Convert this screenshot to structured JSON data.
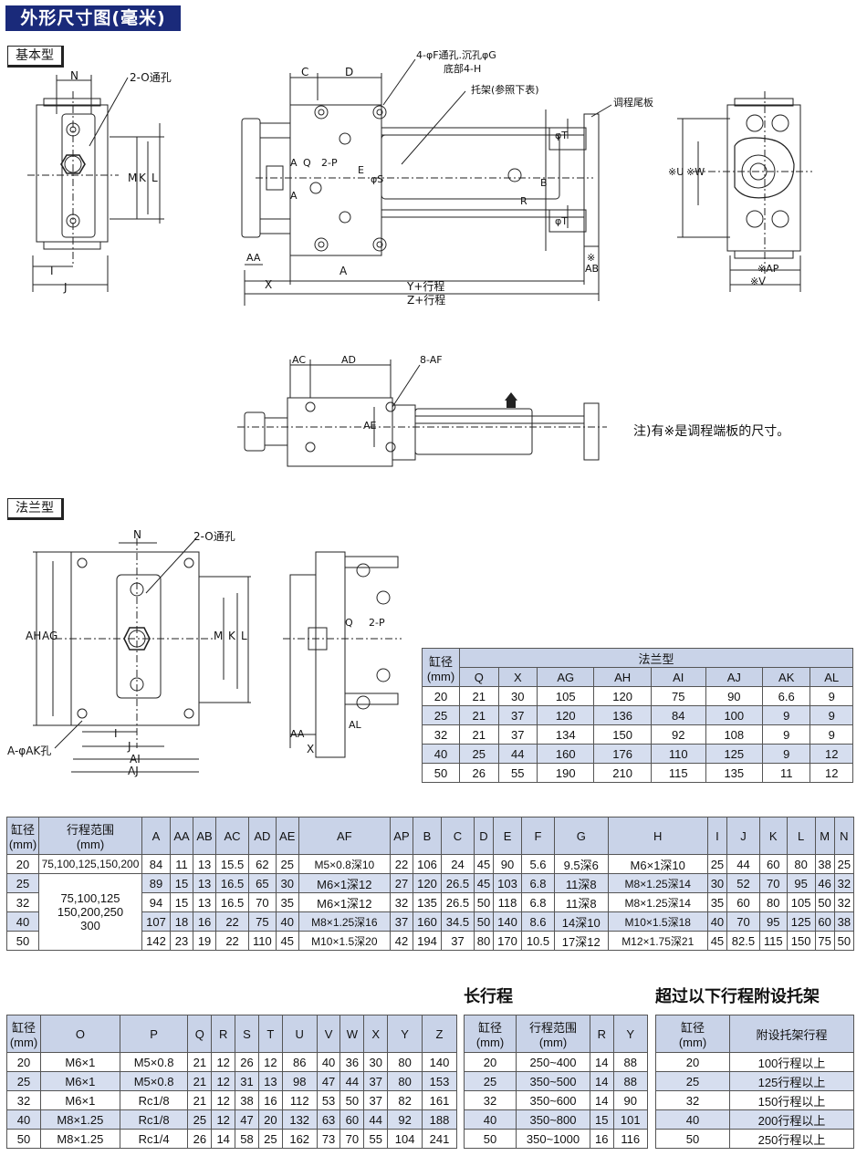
{
  "title": "外形尺寸图(毫米)",
  "sections": {
    "basic": "基本型",
    "flange": "法兰型"
  },
  "note": "注)有※是调程端板的尺寸。",
  "drawing_labels": {
    "n": "N",
    "o_hole": "2-O通孔",
    "m": "M",
    "k": "K",
    "l": "L",
    "i": "I",
    "j": "J",
    "c": "C",
    "d": "D",
    "f_hole": "4-φF通孔.沉孔φG",
    "h_bottom": "底部4-H",
    "bracket": "托架(参照下表)",
    "tail_plate": "调程尾板",
    "a": "A",
    "q": "Q",
    "p": "2-P",
    "e": "E",
    "s": "φS",
    "b": "B",
    "r": "R",
    "t": "φT",
    "aa": "AA",
    "x": "X",
    "y": "Y+行程",
    "z": "Z+行程",
    "ab": "AB",
    "ab_mark": "※",
    "u": "※U",
    "w": "※W",
    "ap": "※AP",
    "v": "※V",
    "ac": "AC",
    "ad": "AD",
    "af": "8-AF",
    "ae": "AE",
    "ah": "AH",
    "ag": "AG",
    "ak": "A-φAK孔",
    "ai": "AI",
    "aj": "AJ",
    "al": "AL"
  },
  "flange_table": {
    "bore_header": "缸径",
    "bore_unit": "(mm)",
    "group_header": "法兰型",
    "columns": [
      "Q",
      "X",
      "AG",
      "AH",
      "AI",
      "AJ",
      "AK",
      "AL"
    ],
    "rows": [
      [
        "20",
        "21",
        "30",
        "105",
        "120",
        "75",
        "90",
        "6.6",
        "9"
      ],
      [
        "25",
        "21",
        "37",
        "120",
        "136",
        "84",
        "100",
        "9",
        "9"
      ],
      [
        "32",
        "21",
        "37",
        "134",
        "150",
        "92",
        "108",
        "9",
        "9"
      ],
      [
        "40",
        "25",
        "44",
        "160",
        "176",
        "110",
        "125",
        "9",
        "12"
      ],
      [
        "50",
        "26",
        "55",
        "190",
        "210",
        "115",
        "135",
        "11",
        "12"
      ]
    ]
  },
  "main_table": {
    "bore_header": "缸径",
    "bore_unit": "(mm)",
    "stroke_header": "行程范围",
    "stroke_unit": "(mm)",
    "columns": [
      "A",
      "AA",
      "AB",
      "AC",
      "AD",
      "AE",
      "AF",
      "AP",
      "B",
      "C",
      "D",
      "E",
      "F",
      "G",
      "H",
      "I",
      "J",
      "K",
      "L",
      "M",
      "N"
    ],
    "stroke_20": "75,100,125,150,200",
    "stroke_other": [
      "75,100,125",
      "150,200,250",
      "300"
    ],
    "rows": [
      [
        "20",
        "84",
        "11",
        "13",
        "15.5",
        "62",
        "25",
        "M5×0.8深10",
        "22",
        "106",
        "24",
        "45",
        "90",
        "5.6",
        "9.5深6",
        "M6×1深10",
        "25",
        "44",
        "60",
        "80",
        "38",
        "25"
      ],
      [
        "25",
        "89",
        "15",
        "13",
        "16.5",
        "65",
        "30",
        "M6×1深12",
        "27",
        "120",
        "26.5",
        "45",
        "103",
        "6.8",
        "11深8",
        "M8×1.25深14",
        "30",
        "52",
        "70",
        "95",
        "46",
        "32"
      ],
      [
        "32",
        "94",
        "15",
        "13",
        "16.5",
        "70",
        "35",
        "M6×1深12",
        "32",
        "135",
        "26.5",
        "50",
        "118",
        "6.8",
        "11深8",
        "M8×1.25深14",
        "35",
        "60",
        "80",
        "105",
        "50",
        "32"
      ],
      [
        "40",
        "107",
        "18",
        "16",
        "22",
        "75",
        "40",
        "M8×1.25深16",
        "37",
        "160",
        "34.5",
        "50",
        "140",
        "8.6",
        "14深10",
        "M10×1.5深18",
        "40",
        "70",
        "95",
        "125",
        "60",
        "38"
      ],
      [
        "50",
        "142",
        "23",
        "19",
        "22",
        "110",
        "45",
        "M10×1.5深20",
        "42",
        "194",
        "37",
        "80",
        "170",
        "10.5",
        "17深12",
        "M12×1.75深21",
        "45",
        "82.5",
        "115",
        "150",
        "75",
        "50"
      ]
    ]
  },
  "second_table": {
    "bore_header": "缸径",
    "bore_unit": "(mm)",
    "columns": [
      "O",
      "P",
      "Q",
      "R",
      "S",
      "T",
      "U",
      "V",
      "W",
      "X",
      "Y",
      "Z"
    ],
    "rows": [
      [
        "20",
        "M6×1",
        "M5×0.8",
        "21",
        "12",
        "26",
        "12",
        "86",
        "40",
        "36",
        "30",
        "80",
        "140"
      ],
      [
        "25",
        "M6×1",
        "M5×0.8",
        "21",
        "12",
        "31",
        "13",
        "98",
        "47",
        "44",
        "37",
        "80",
        "153"
      ],
      [
        "32",
        "M6×1",
        "Rc1/8",
        "21",
        "12",
        "38",
        "16",
        "112",
        "53",
        "50",
        "37",
        "82",
        "161"
      ],
      [
        "40",
        "M8×1.25",
        "Rc1/8",
        "25",
        "12",
        "47",
        "20",
        "132",
        "63",
        "60",
        "44",
        "92",
        "188"
      ],
      [
        "50",
        "M8×1.25",
        "Rc1/4",
        "26",
        "14",
        "58",
        "25",
        "162",
        "73",
        "70",
        "55",
        "104",
        "241"
      ]
    ]
  },
  "long_stroke": {
    "title": "长行程",
    "bore_header": "缸径",
    "bore_unit": "(mm)",
    "stroke_header": "行程范围",
    "stroke_unit": "(mm)",
    "columns": [
      "R",
      "Y"
    ],
    "rows": [
      [
        "20",
        "250~400",
        "14",
        "88"
      ],
      [
        "25",
        "350~500",
        "14",
        "88"
      ],
      [
        "32",
        "350~600",
        "14",
        "90"
      ],
      [
        "40",
        "350~800",
        "15",
        "101"
      ],
      [
        "50",
        "350~1000",
        "16",
        "116"
      ]
    ]
  },
  "bracket_stroke": {
    "title": "超过以下行程附设托架",
    "bore_header": "缸径",
    "bore_unit": "(mm)",
    "stroke_header": "附设托架行程",
    "rows": [
      [
        "20",
        "100行程以上"
      ],
      [
        "25",
        "125行程以上"
      ],
      [
        "32",
        "150行程以上"
      ],
      [
        "40",
        "200行程以上"
      ],
      [
        "50",
        "250行程以上"
      ]
    ]
  }
}
